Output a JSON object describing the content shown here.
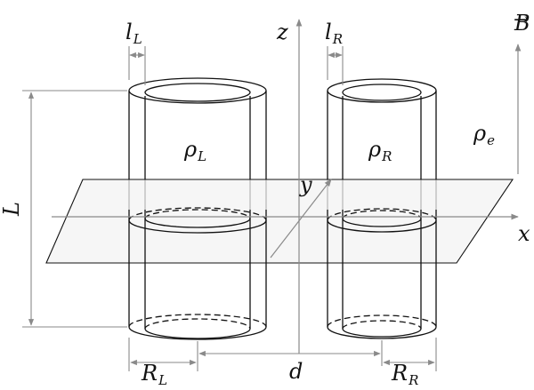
{
  "labels": {
    "l_left": {
      "main": "l",
      "sub": "L"
    },
    "l_right": {
      "main": "l",
      "sub": "R"
    },
    "axis_z": "z",
    "axis_y": "y",
    "axis_x": "x",
    "field": "B",
    "rho_left": {
      "main": "ρ",
      "sub": "L"
    },
    "rho_right": {
      "main": "ρ",
      "sub": "R"
    },
    "rho_e": {
      "main": "ρ",
      "sub": "e"
    },
    "length": "L",
    "radius_left": {
      "main": "R",
      "sub": "L"
    },
    "radius_right": {
      "main": "R",
      "sub": "R"
    },
    "distance": "d"
  },
  "colors": {
    "stroke": "#111111",
    "dimension": "#8a8a8a",
    "plane_fill": "#f3f3f3",
    "text": "#111111"
  }
}
